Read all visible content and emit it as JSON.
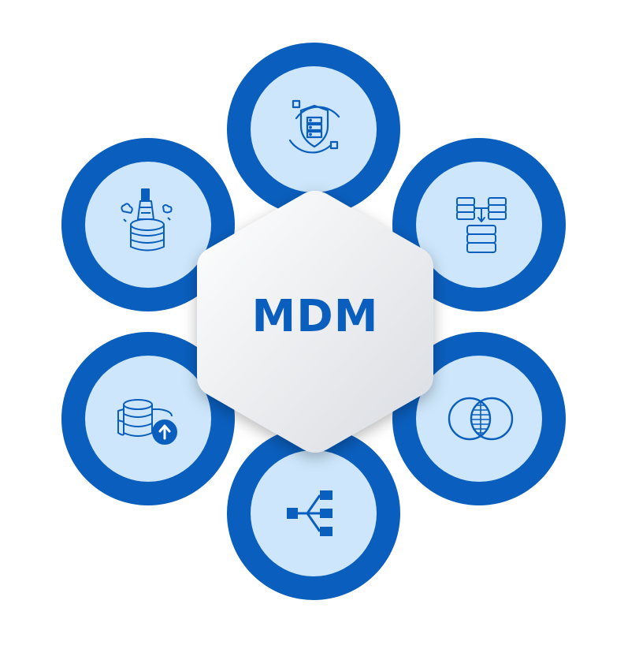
{
  "hub": {
    "label": "MDM"
  },
  "colors": {
    "ring": "#0a5ebd",
    "inner_fill": "#cde6fb",
    "icon_stroke": "#0a5ebd",
    "hub_fill_top": "#ffffff",
    "hub_fill_bottom": "#dcdfe3"
  },
  "nodes": [
    {
      "name": "node-data-security",
      "icon": "shield-database-icon"
    },
    {
      "name": "node-data-merge",
      "icon": "database-merge-icon"
    },
    {
      "name": "node-data-matching",
      "icon": "venn-overlap-icon"
    },
    {
      "name": "node-data-distribution",
      "icon": "hierarchy-tree-icon"
    },
    {
      "name": "node-data-upload",
      "icon": "database-upload-icon"
    },
    {
      "name": "node-data-cleansing",
      "icon": "database-brush-icon"
    }
  ]
}
